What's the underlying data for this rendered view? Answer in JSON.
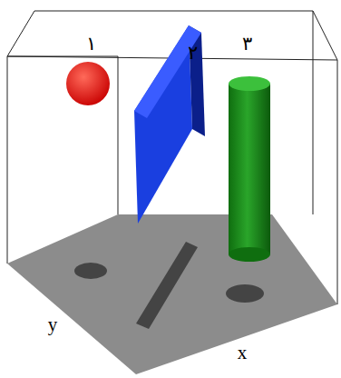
{
  "diagram": {
    "labels": [
      "۱",
      "۲",
      "۳",
      "y",
      "x"
    ]
  }
}
